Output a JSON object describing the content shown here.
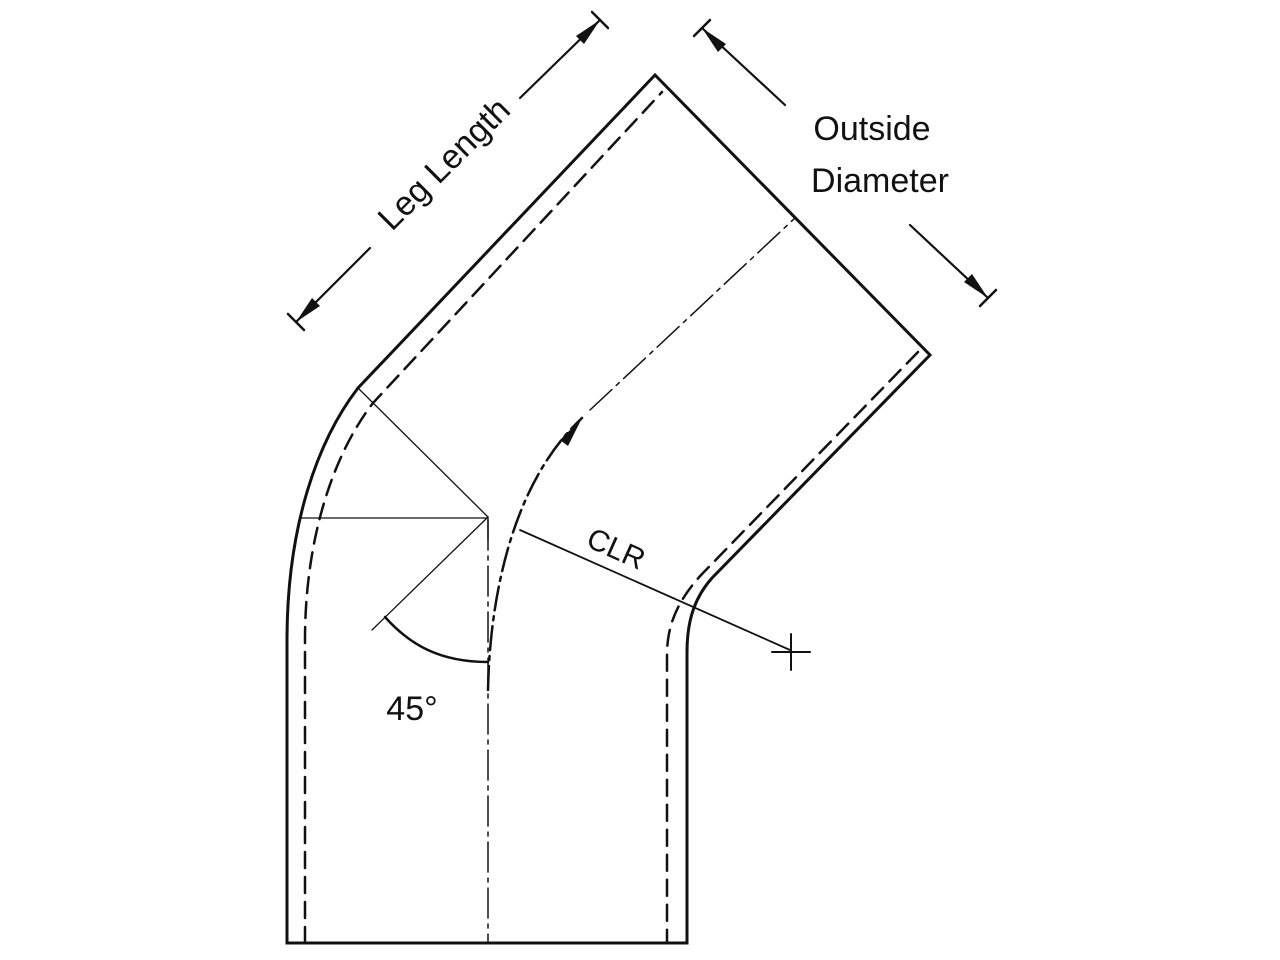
{
  "labels": {
    "leg_length": "Leg Length",
    "outside_diameter_line1": "Outside",
    "outside_diameter_line2": "Diameter",
    "clr": "CLR",
    "angle": "45°"
  }
}
